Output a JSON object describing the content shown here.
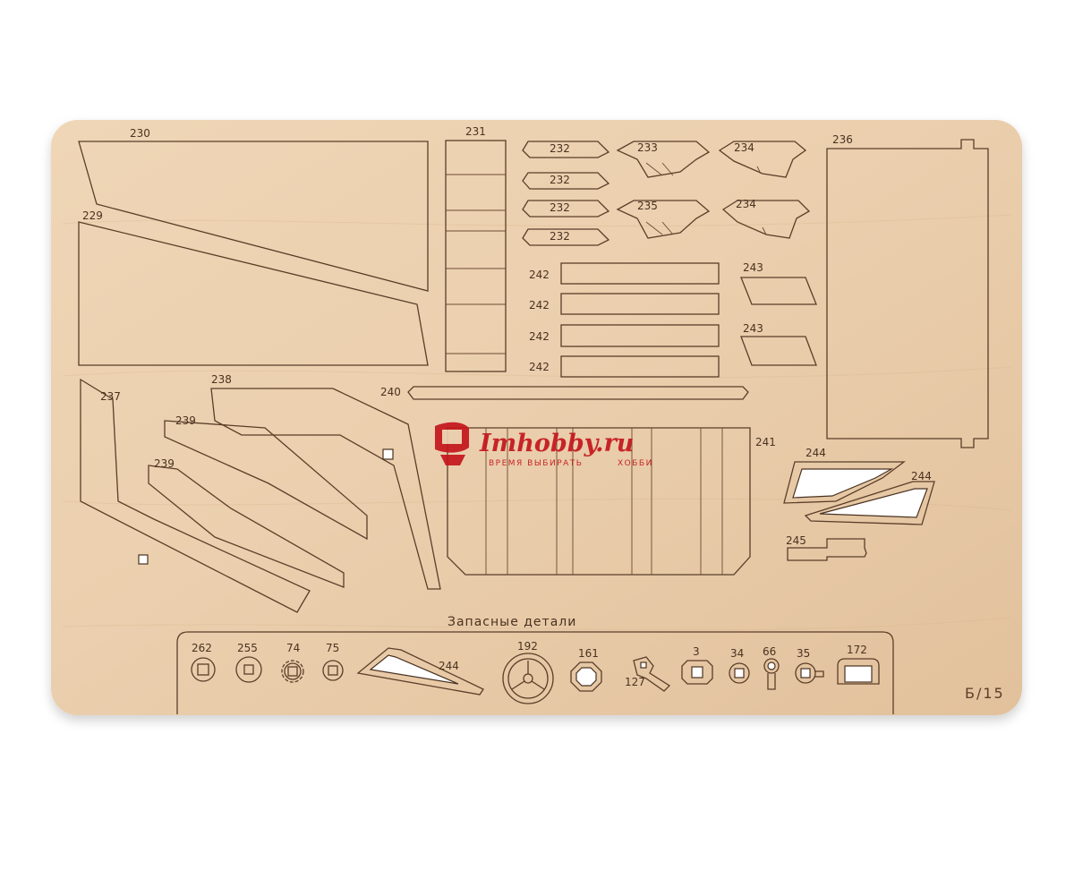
{
  "colors": {
    "background": "#ffffff",
    "plywood": "#ebcfae",
    "cut_line": "#5a3e28",
    "logo_red": "#c4161c"
  },
  "parts": {
    "p230": "230",
    "p229": "229",
    "p231": "231",
    "p232": "232",
    "p233": "233",
    "p234": "234",
    "p235": "235",
    "p236": "236",
    "p237": "237",
    "p238": "238",
    "p239": "239",
    "p240": "240",
    "p241": "241",
    "p242": "242",
    "p243": "243",
    "p244": "244",
    "p245": "245"
  },
  "spares": {
    "title": "Запасные детали",
    "items": [
      "262",
      "255",
      "74",
      "75",
      "244",
      "192",
      "161",
      "127",
      "3",
      "34",
      "66",
      "35",
      "172"
    ]
  },
  "sheet_mark": "Б/15",
  "watermark": {
    "name": "Imhobby.ru",
    "slogan_left": "ВРЕМЯ ВЫБИРАТЬ",
    "slogan_right": "ХОББИ"
  }
}
